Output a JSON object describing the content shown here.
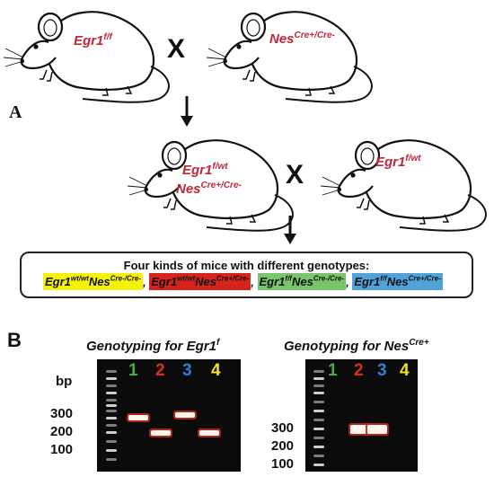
{
  "panel_a": {
    "letter": "A",
    "cross1": {
      "mouse_left": {
        "gene": "Egr1",
        "sup": "f/f"
      },
      "cross_symbol": "X",
      "mouse_right": {
        "gene": "Nes",
        "sup": "Cre+/Cre-"
      }
    },
    "cross2": {
      "mouse_left": {
        "gene1": "Egr1",
        "sup1": "f/wt",
        "gene2": "Nes",
        "sup2": "Cre+/Cre-"
      },
      "cross_symbol": "X",
      "mouse_right": {
        "gene": "Egr1",
        "sup": "f/wt"
      }
    },
    "genotype_box": {
      "title": "Four kinds of mice with different genotypes:",
      "genotypes": [
        {
          "gene1": "Egr1",
          "sup1": "wt/wt",
          "gene2": "Nes",
          "sup2": "Cre-/Cre-",
          "color": "#f5f20a",
          "sep": ","
        },
        {
          "gene1": "Egr1",
          "sup1": "wt/wt",
          "gene2": "Nes",
          "sup2": "Cre+/Cre-",
          "color": "#d6241c",
          "sep": ","
        },
        {
          "gene1": "Egr1",
          "sup1": "f/f",
          "gene2": "Nes",
          "sup2": "Cre-/Cre-",
          "color": "#79c56b",
          "sep": ","
        },
        {
          "gene1": "Egr1",
          "sup1": "f/f",
          "gene2": "Nes",
          "sup2": "Cre+/Cre-",
          "color": "#4fa3d9",
          "sep": ""
        }
      ]
    }
  },
  "panel_b": {
    "letter": "B",
    "gel_left": {
      "title": "Genotyping for Egr1",
      "title_sup": "f",
      "unit": "bp",
      "ladder_labels": [
        "300",
        "200",
        "100"
      ],
      "lanes": [
        {
          "label": "1",
          "color": "#3fb04a"
        },
        {
          "label": "2",
          "color": "#d6301f"
        },
        {
          "label": "3",
          "color": "#2f7fd6"
        },
        {
          "label": "4",
          "color": "#f5e31a"
        }
      ]
    },
    "gel_right": {
      "title": "Genotyping for Nes",
      "title_sup": "Cre+",
      "ladder_labels": [
        "300",
        "200",
        "100"
      ],
      "lanes": [
        {
          "label": "1",
          "color": "#3fb04a"
        },
        {
          "label": "2",
          "color": "#d6301f"
        },
        {
          "label": "3",
          "color": "#2f7fd6"
        },
        {
          "label": "4",
          "color": "#f5e31a"
        }
      ]
    }
  }
}
